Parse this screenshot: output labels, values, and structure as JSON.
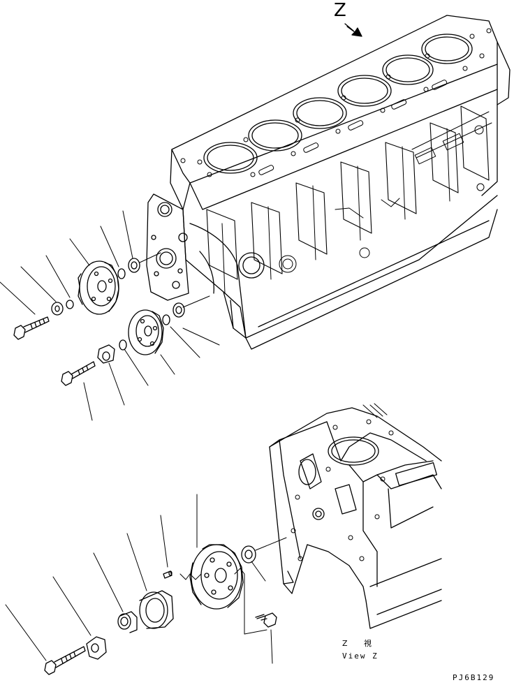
{
  "labels": {
    "view_letter": "Z",
    "view_caption_jp": "Z 視",
    "view_caption_en": "View Z",
    "drawing_number": "PJ6B129"
  },
  "colors": {
    "ink": "#000000",
    "paper": "#ffffff"
  }
}
